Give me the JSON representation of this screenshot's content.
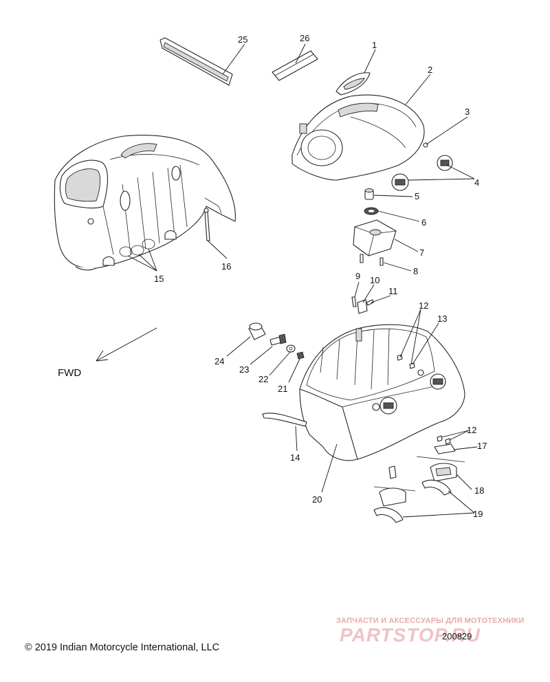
{
  "diagram": {
    "direction_label": "FWD",
    "callouts": [
      "1",
      "2",
      "3",
      "4",
      "5",
      "6",
      "7",
      "8",
      "9",
      "10",
      "11",
      "12",
      "12",
      "13",
      "14",
      "15",
      "16",
      "17",
      "18",
      "19",
      "20",
      "21",
      "22",
      "23",
      "24",
      "25",
      "26"
    ]
  },
  "footer": {
    "copyright": "© 2019 Indian Motorcycle International, LLC",
    "drawing_number": "200829"
  },
  "watermark": {
    "tagline": "ЗАПЧАСТИ И АКСЕССУАРЫ ДЛЯ МОТОТЕХНИКИ",
    "logo": "PARTSTOP.RU"
  }
}
